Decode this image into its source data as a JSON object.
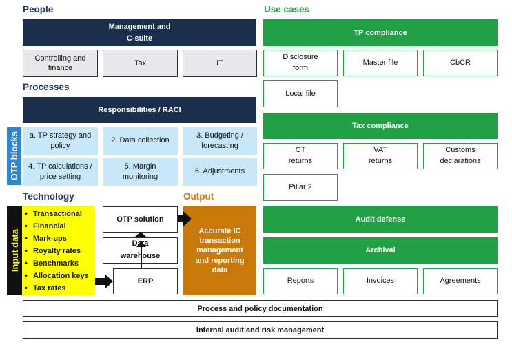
{
  "sections": {
    "people": "People",
    "processes": "Processes",
    "technology": "Technology",
    "output": "Output",
    "use_cases": "Use cases"
  },
  "people": {
    "management": "Management and C-suite",
    "controlling": "Controlling and finance",
    "tax": "Tax",
    "it": "IT"
  },
  "processes": {
    "raci": "Responsibilities / RACI",
    "otp_blocks_label": "OTP blocks",
    "blocks": [
      "a. TP strategy and policy",
      "2. Data collection",
      "3. Budgeting / forecasting",
      "4. TP calculations / price setting",
      "5. Margin monitoring",
      "6. Adjustments"
    ]
  },
  "technology": {
    "input_data_label": "Input data",
    "inputs": [
      "Transactional",
      "Financial",
      "Mark-ups",
      "Royalty rates",
      "Benchmarks",
      "Allocation keys",
      "Tax rates"
    ],
    "otp_solution": "OTP solution",
    "data_warehouse": "Data warehouse",
    "erp": "ERP"
  },
  "output": {
    "text": "Accurate IC transaction management and reporting data"
  },
  "use_cases": {
    "tp_compliance": "TP compliance",
    "tp_items": [
      "Disclosure form",
      "Master file",
      "CbCR",
      "Local file"
    ],
    "tax_compliance": "Tax compliance",
    "tax_items": [
      "CT returns",
      "VAT returns",
      "Customs declarations",
      "Pillar 2"
    ],
    "audit_defense": "Audit defense",
    "archival": "Archival",
    "archival_items": [
      "Reports",
      "Invoices",
      "Agreements"
    ]
  },
  "footer": {
    "process_policy": "Process and policy documentation",
    "internal_audit": "Internal audit and risk management"
  },
  "colors": {
    "navy": "#1a2f4b",
    "green": "#21a045",
    "orange": "#c9790a",
    "light_blue": "#c8e8fa",
    "blue_strip": "#2e86d4",
    "yellow": "#ffff00"
  }
}
